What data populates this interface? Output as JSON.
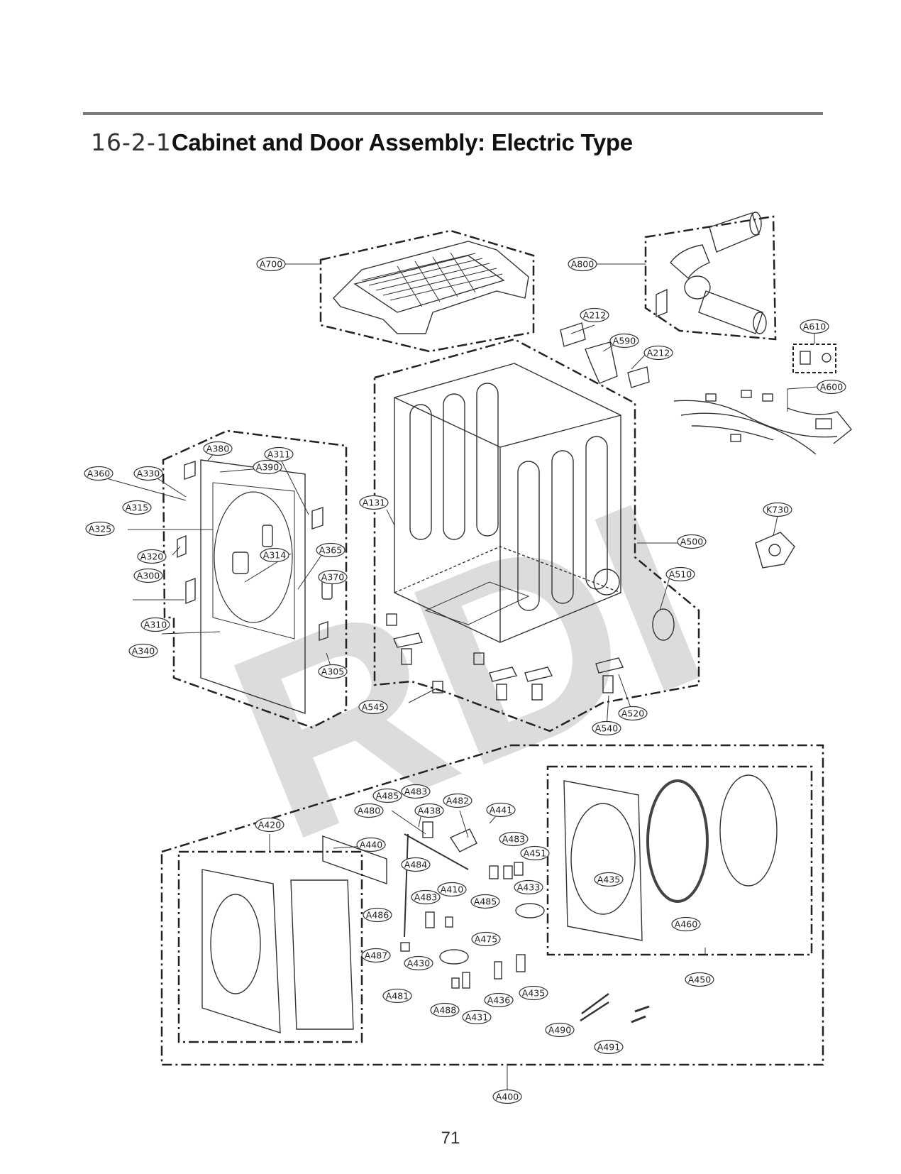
{
  "header": {
    "section_number": "16-2-1",
    "section_title": "Cabinet and Door Assembly: Electric Type"
  },
  "watermark": {
    "text": "RDI",
    "color": "#d9d9d9"
  },
  "callouts": [
    {
      "label": "A700"
    },
    {
      "label": "A800"
    },
    {
      "label": "A212"
    },
    {
      "label": "A590"
    },
    {
      "label": "A212"
    },
    {
      "label": "A610"
    },
    {
      "label": "A600"
    },
    {
      "label": "A380"
    },
    {
      "label": "A311"
    },
    {
      "label": "A390"
    },
    {
      "label": "A360"
    },
    {
      "label": "A330"
    },
    {
      "label": "A315"
    },
    {
      "label": "A325"
    },
    {
      "label": "A131"
    },
    {
      "label": "K730"
    },
    {
      "label": "A320"
    },
    {
      "label": "A314"
    },
    {
      "label": "A365"
    },
    {
      "label": "A500"
    },
    {
      "label": "A300"
    },
    {
      "label": "A370"
    },
    {
      "label": "A510"
    },
    {
      "label": "A310"
    },
    {
      "label": "A340"
    },
    {
      "label": "A305"
    },
    {
      "label": "A545"
    },
    {
      "label": "A520"
    },
    {
      "label": "A540"
    },
    {
      "label": "A485"
    },
    {
      "label": "A483"
    },
    {
      "label": "A480"
    },
    {
      "label": "A438"
    },
    {
      "label": "A482"
    },
    {
      "label": "A441"
    },
    {
      "label": "A420"
    },
    {
      "label": "A440"
    },
    {
      "label": "A483"
    },
    {
      "label": "A484"
    },
    {
      "label": "A451"
    },
    {
      "label": "A410"
    },
    {
      "label": "A433"
    },
    {
      "label": "A485"
    },
    {
      "label": "A435"
    },
    {
      "label": "A486"
    },
    {
      "label": "A483"
    },
    {
      "label": "A475"
    },
    {
      "label": "A460"
    },
    {
      "label": "A487"
    },
    {
      "label": "A430"
    },
    {
      "label": "A450"
    },
    {
      "label": "A481"
    },
    {
      "label": "A436"
    },
    {
      "label": "A435"
    },
    {
      "label": "A488"
    },
    {
      "label": "A431"
    },
    {
      "label": "A490"
    },
    {
      "label": "A491"
    },
    {
      "label": "A400"
    }
  ],
  "footer": {
    "page_number": "71"
  }
}
